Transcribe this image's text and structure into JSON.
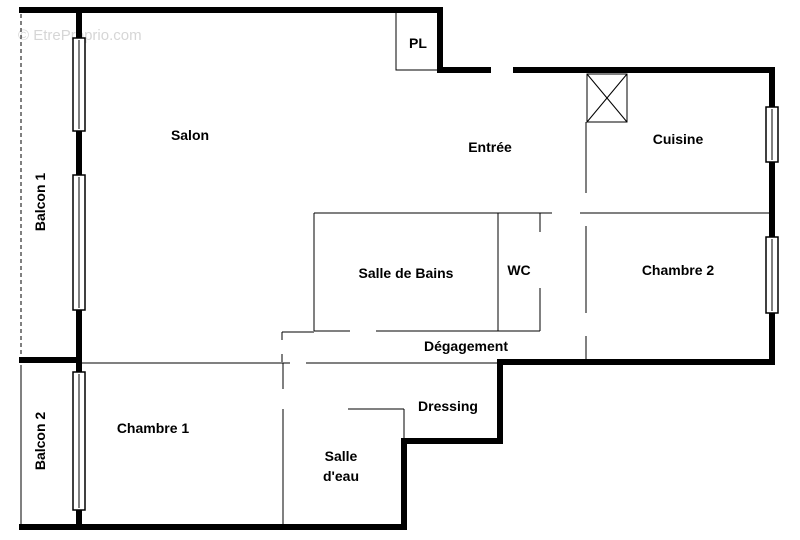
{
  "watermark": "© EtreProprio.com",
  "rooms": {
    "salon": "Salon",
    "entree": "Entrée",
    "cuisine": "Cuisine",
    "salle_de_bains": "Salle de Bains",
    "wc": "WC",
    "chambre_2": "Chambre 2",
    "degagement": "Dégagement",
    "dressing": "Dressing",
    "chambre_1": "Chambre 1",
    "salle_eau_line1": "Salle",
    "salle_eau_line2": "d'eau",
    "placard": "PL"
  },
  "balconies": {
    "balcon_1": "Balcon 1",
    "balcon_2": "Balcon 2"
  }
}
